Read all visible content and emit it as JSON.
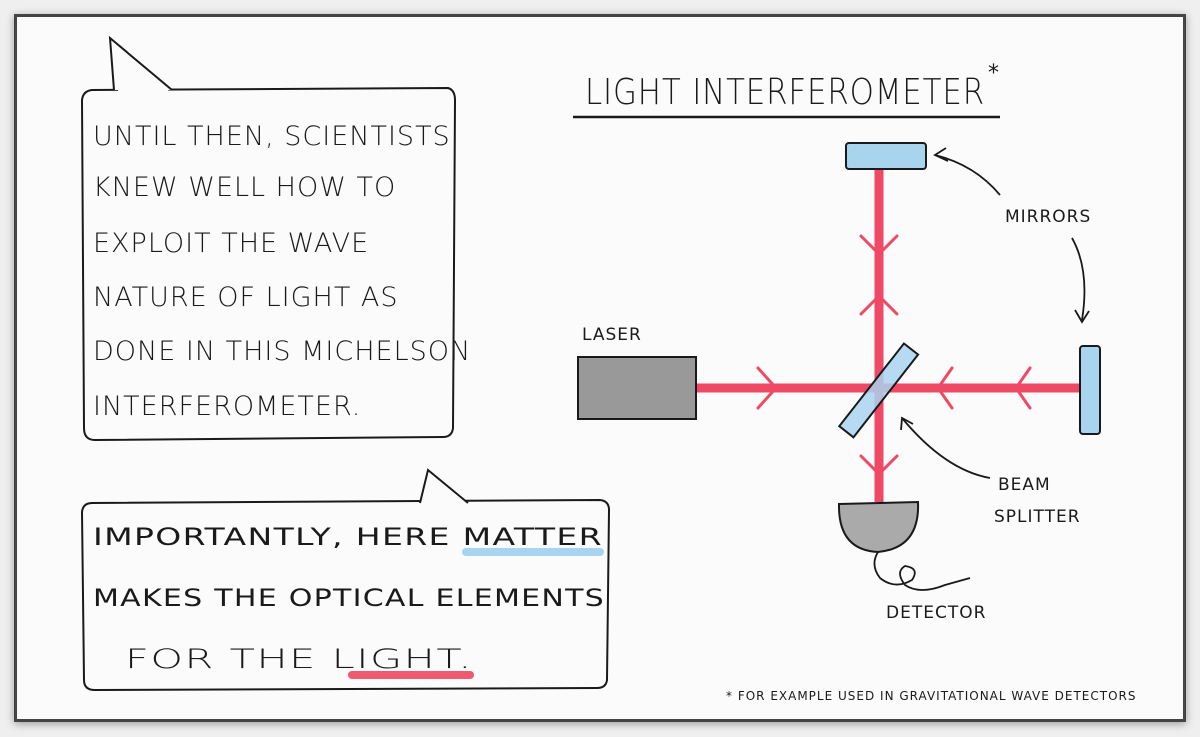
{
  "title": "LIGHT INTERFEROMETER",
  "title_mark": "*",
  "bubble1": {
    "lines": [
      "UNTIL THEN, SCIENTISTS",
      "KNEW WELL HOW TO",
      "EXPLOIT THE WAVE",
      "NATURE OF LIGHT AS",
      "DONE IN THIS MICHELSON",
      "INTERFEROMETER."
    ]
  },
  "bubble2": {
    "line1_prefix": "IMPORTANTLY, HERE ",
    "line1_highlight": "MATTER",
    "line2": "MAKES THE OPTICAL ELEMENTS",
    "line3_prefix": "FOR THE ",
    "line3_highlight": "LIGHT."
  },
  "labels": {
    "laser": "LASER",
    "mirrors": "MIRRORS",
    "beam": "BEAM",
    "splitter": "SPLITTER",
    "detector": "DETECTOR"
  },
  "footnote": "* FOR EXAMPLE USED IN GRAVITATIONAL WAVE DETECTORS",
  "colors": {
    "beam": "#ee4a66",
    "mirror": "#a8d4ee",
    "laser": "#999999",
    "detector": "#aaaaaa",
    "highlight_blue": "#a9d3f2",
    "highlight_red": "#ef5a70"
  }
}
